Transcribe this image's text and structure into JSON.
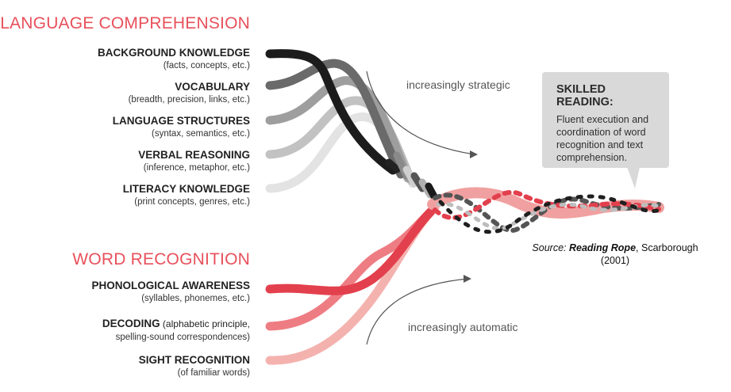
{
  "language_comprehension": {
    "title": "LANGUAGE COMPREHENSION",
    "items": [
      {
        "name": "BACKGROUND KNOWLEDGE",
        "desc": "(facts, concepts, etc.)"
      },
      {
        "name": "VOCABULARY",
        "desc": "(breadth, precision, links, etc.)"
      },
      {
        "name": "LANGUAGE STRUCTURES",
        "desc": "(syntax, semantics, etc.)"
      },
      {
        "name": "VERBAL REASONING",
        "desc": "(inference, metaphor, etc.)"
      },
      {
        "name": "LITERACY KNOWLEDGE",
        "desc": "(print concepts, genres, etc.)"
      }
    ]
  },
  "word_recognition": {
    "title": "WORD RECOGNITION",
    "items": [
      {
        "name": "PHONOLOGICAL AWARENESS",
        "desc": "(syllables, phonemes, etc.)"
      },
      {
        "name": "DECODING",
        "inline_desc": " (alphabetic principle,",
        "desc": "spelling-sound correspondences)"
      },
      {
        "name": "SIGHT RECOGNITION",
        "desc": "(of familiar words)"
      }
    ]
  },
  "arrows": {
    "top_label": "increasingly strategic",
    "bottom_label": "increasingly automatic"
  },
  "bubble": {
    "title": "SKILLED READING:",
    "lines": [
      "Fluent execution and",
      "coordination of word",
      "recognition and text",
      "comprehension."
    ]
  },
  "source": {
    "prefix": "Source: ",
    "work": "Reading Rope",
    "author": ", Scarborough",
    "year": "(2001)"
  },
  "colors": {
    "accent": "#e8505b",
    "strand_shades": [
      "#1a1a1a",
      "#4d4d4d",
      "#8c8c8c",
      "#b3b3b3",
      "#d9d9d9"
    ],
    "red_shades": [
      "#e23d4b",
      "#ef7b84",
      "#f5aaa8"
    ]
  }
}
